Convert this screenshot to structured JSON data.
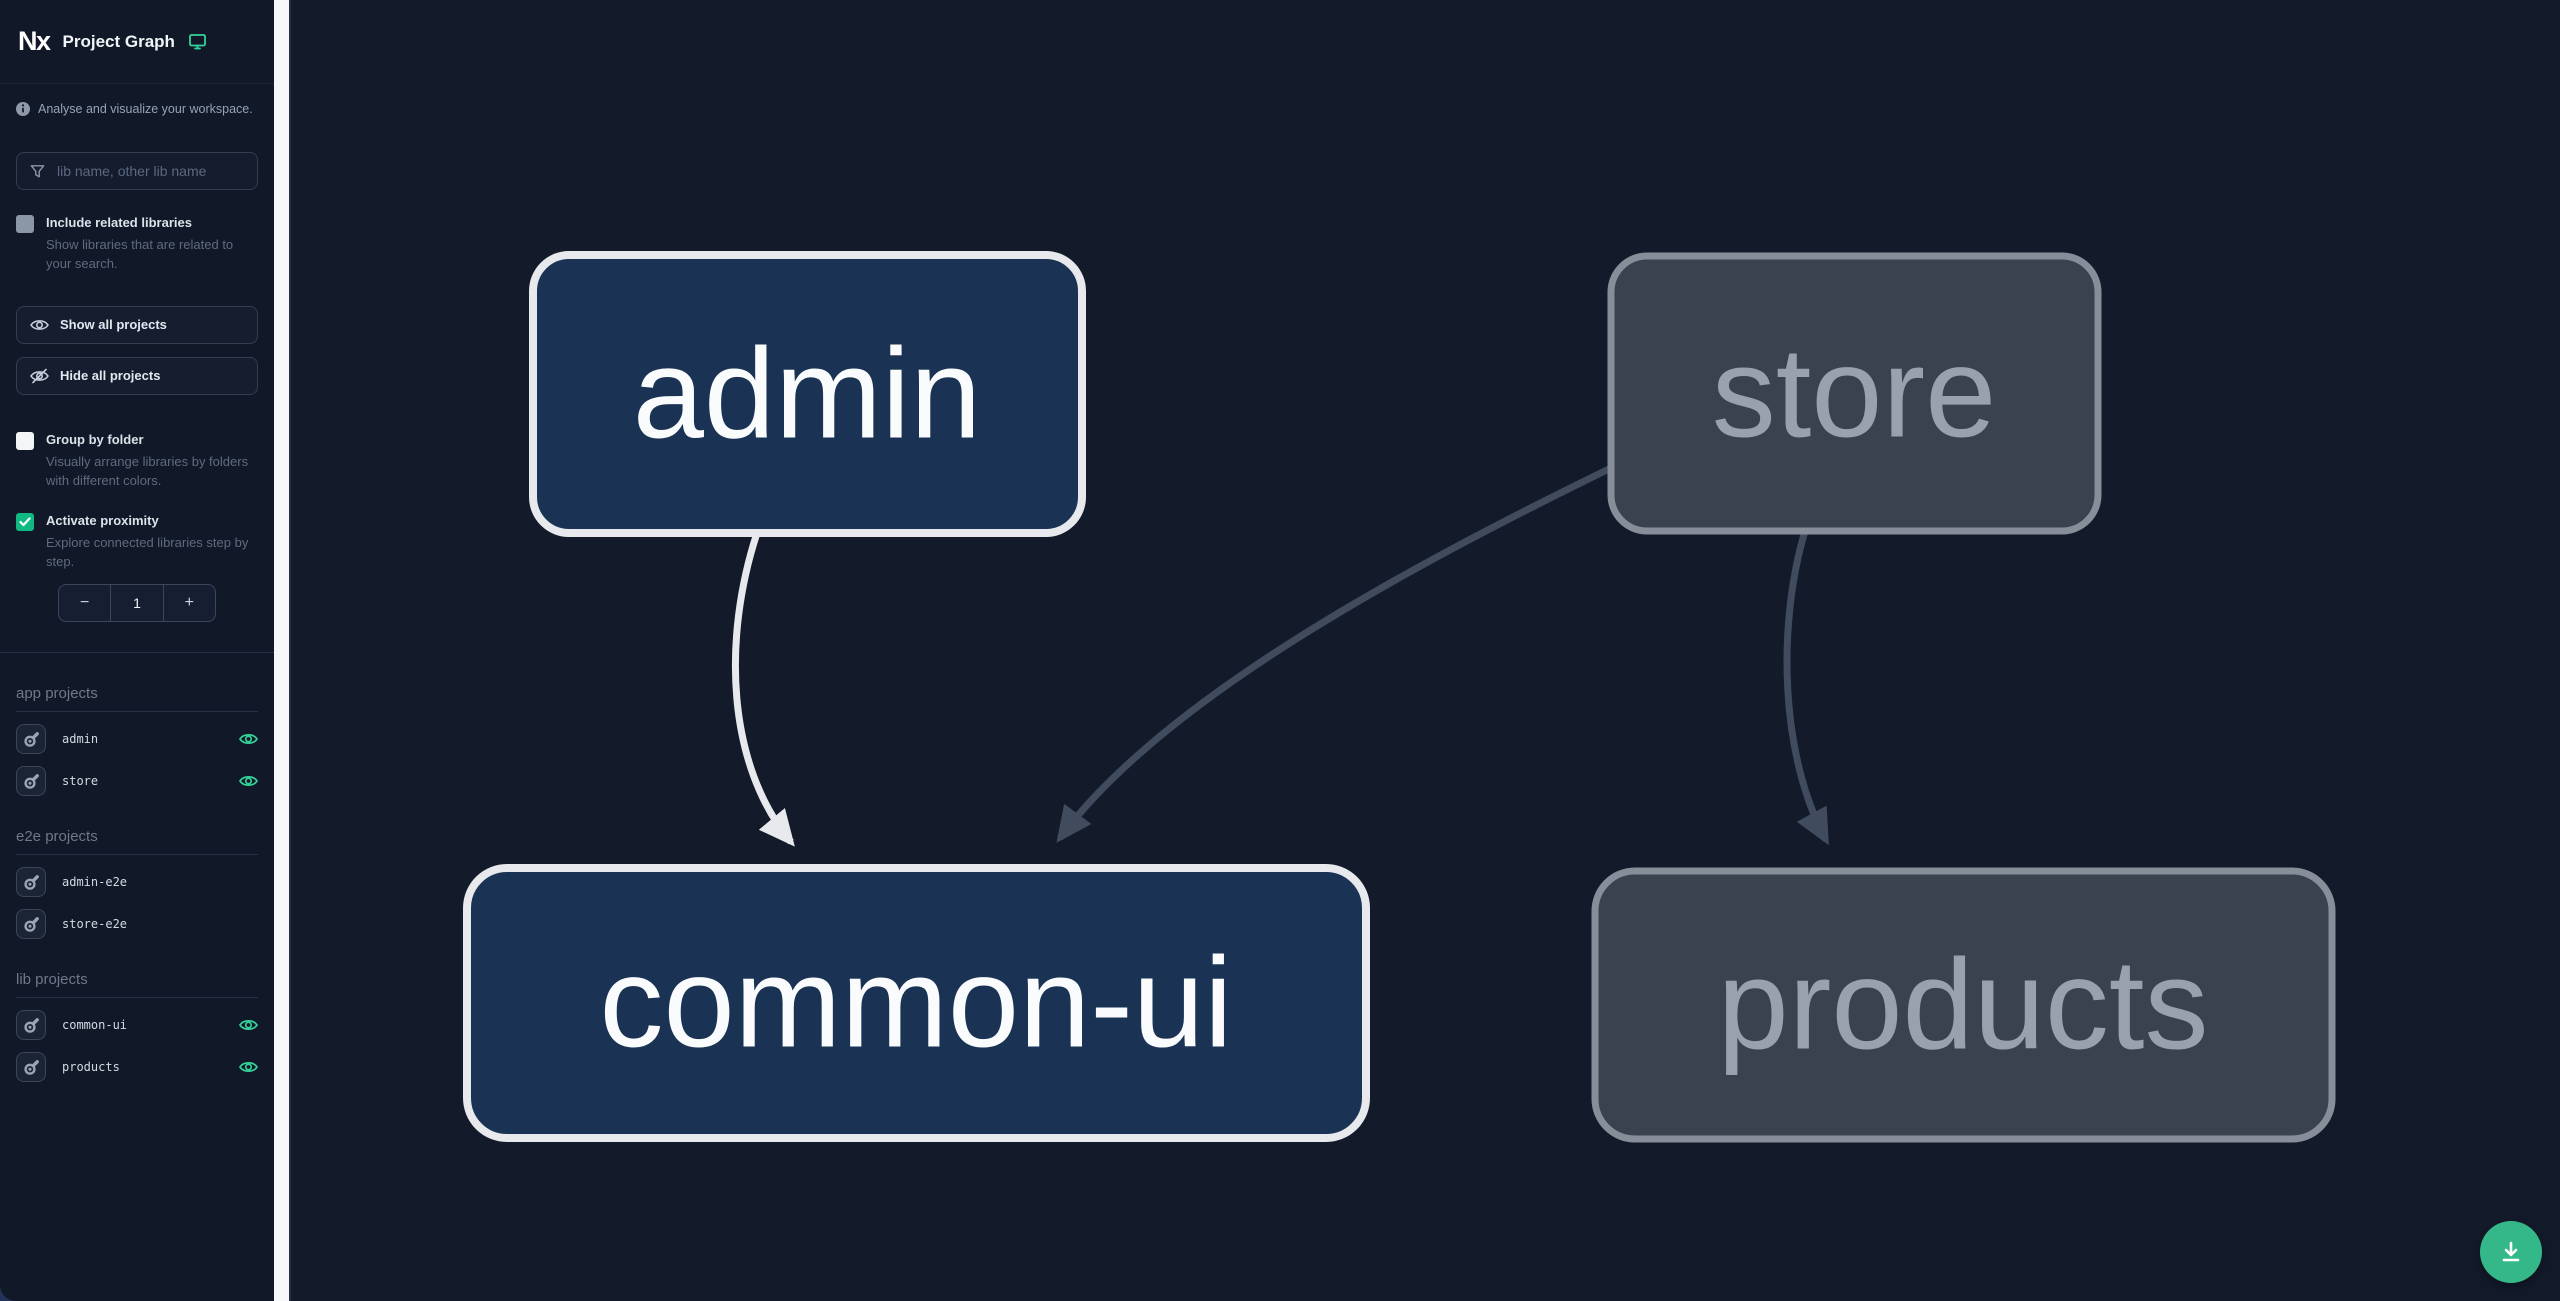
{
  "header": {
    "logo": "Nx",
    "title": "Project Graph"
  },
  "sidebar": {
    "tagline": "Analyse and visualize your workspace.",
    "search": {
      "placeholder": "lib name, other lib name",
      "value": ""
    },
    "include_related": {
      "label": "Include related libraries",
      "description": "Show libraries that are related to your search.",
      "checked": false
    },
    "actions": {
      "show_all": "Show all projects",
      "hide_all": "Hide all projects"
    },
    "group_by_folder": {
      "label": "Group by folder",
      "description": "Visually arrange libraries by folders with different colors.",
      "checked": false
    },
    "activate_proximity": {
      "label": "Activate proximity",
      "description": "Explore connected libraries step by step.",
      "checked": true
    },
    "proximity_stepper": {
      "decrement": "−",
      "value": "1",
      "increment": "+"
    },
    "sections": [
      {
        "title": "app projects",
        "items": [
          {
            "name": "admin",
            "visible": true
          },
          {
            "name": "store",
            "visible": true
          }
        ]
      },
      {
        "title": "e2e projects",
        "items": [
          {
            "name": "admin-e2e",
            "visible": false
          },
          {
            "name": "store-e2e",
            "visible": false
          }
        ]
      },
      {
        "title": "lib projects",
        "items": [
          {
            "name": "common-ui",
            "visible": true
          },
          {
            "name": "products",
            "visible": true
          }
        ]
      }
    ]
  },
  "graph": {
    "nodes": [
      {
        "id": "admin",
        "label": "admin",
        "type": "app",
        "state": "highlighted"
      },
      {
        "id": "store",
        "label": "store",
        "type": "app",
        "state": "dimmed"
      },
      {
        "id": "common-ui",
        "label": "common-ui",
        "type": "lib",
        "state": "highlighted"
      },
      {
        "id": "products",
        "label": "products",
        "type": "lib",
        "state": "dimmed"
      }
    ],
    "edges": [
      {
        "source": "admin",
        "target": "common-ui",
        "state": "highlighted"
      },
      {
        "source": "store",
        "target": "common-ui",
        "state": "dimmed"
      },
      {
        "source": "store",
        "target": "products",
        "state": "dimmed"
      }
    ]
  },
  "colors": {
    "canvas_bg": "#131a2a",
    "sidebar_bg": "#111827",
    "node_highlight_fill": "#1a3354",
    "node_highlight_border": "#e7e9ed",
    "node_highlight_text": "#fafbfc",
    "node_dim_fill": "#3a4250",
    "node_dim_border": "#878e9a",
    "node_dim_text": "#99a1ad",
    "edge_highlight": "#e7e9ed",
    "edge_dim": "#414b5e",
    "accent_green": "#34d399",
    "fab_green": "#34b88a",
    "proximity_checkbox": "#10b981"
  }
}
